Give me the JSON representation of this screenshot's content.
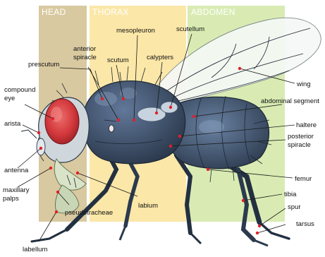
{
  "regions": {
    "head": "HEAD",
    "thorax": "THORAX",
    "abdomen": "ABDOMEN"
  },
  "labels": {
    "prescutum": "prescutum",
    "anterior_spiracle_1": "anterior",
    "anterior_spiracle_2": "spiracle",
    "scutum": "scutum",
    "mesopleuron": "mesopleuron",
    "scutellum": "scutellum",
    "calypters": "calypters",
    "wing": "wing",
    "abdominal_segment": "abdominal segment",
    "haltere": "haltere",
    "posterior_spiracle_1": "posterior",
    "posterior_spiracle_2": "spiracle",
    "compound_eye_1": "compound",
    "compound_eye_2": "eye",
    "arista": "arista",
    "antenna": "antenna",
    "maxillary_palps_1": "maxillary",
    "maxillary_palps_2": "palps",
    "labium": "labium",
    "pseudotracheae": "pseudotracheae",
    "labellum": "labellum",
    "femur": "femur",
    "tibia": "tibia",
    "spur": "spur",
    "tarsus": "tarsus"
  },
  "colors": {
    "head_band": "#d9c9a0",
    "thorax_band": "#fbe7a8",
    "abdomen_band": "#d9ebb3",
    "body": "#3c4e66",
    "body_dark": "#1f2a38",
    "body_light": "#6f86a3",
    "eye": "#c8353a",
    "wing": "#f2f6f4",
    "label_dot": "#e0202a"
  }
}
